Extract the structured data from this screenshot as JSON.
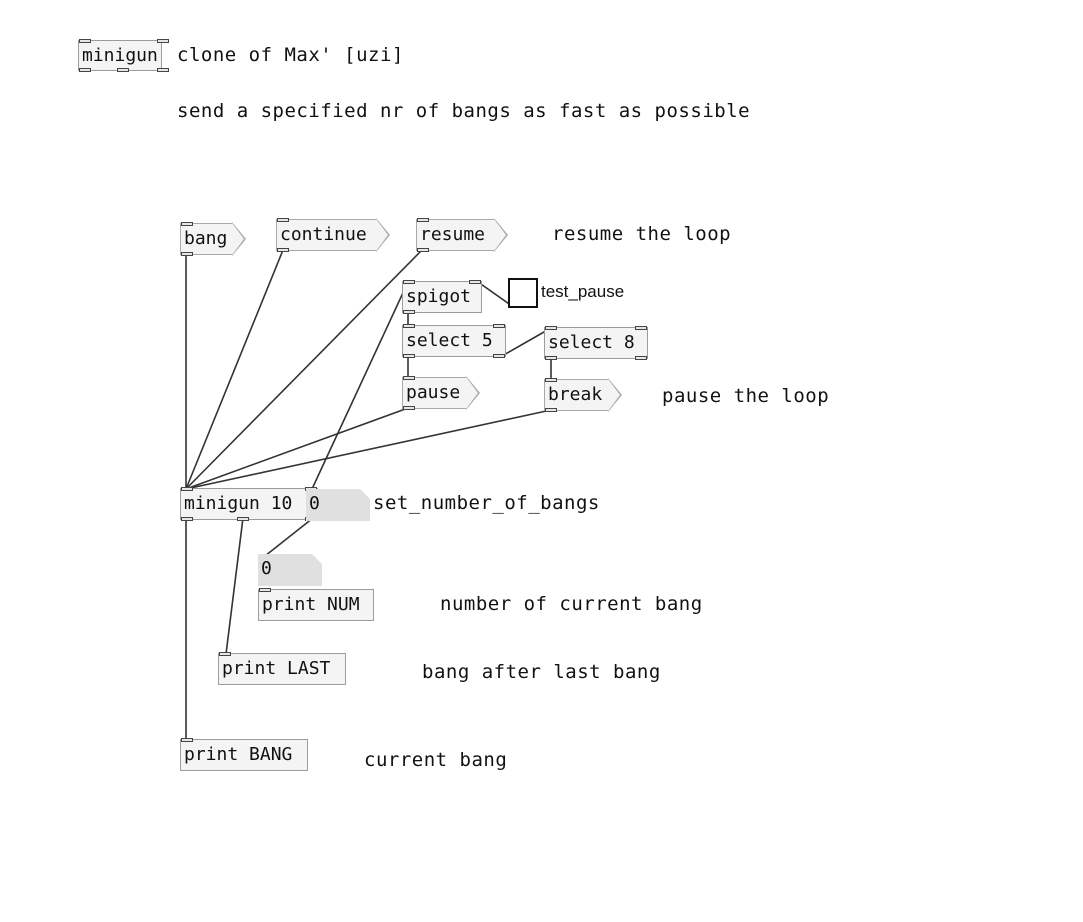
{
  "header": {
    "object_name": "minigun",
    "title_comment": "clone of Max' [uzi]",
    "description": "send a specified nr of bangs as fast as possible"
  },
  "messages": {
    "bang": "bang",
    "continue": "continue",
    "resume": "resume",
    "pause": "pause",
    "break": "break"
  },
  "objects": {
    "spigot": "spigot",
    "select5": "select 5",
    "select8": "select 8",
    "minigun": "minigun 10",
    "print_num": "print NUM",
    "print_last": "print LAST",
    "print_bang": "print BANG"
  },
  "toggle": {
    "label": "test_pause",
    "state": "off"
  },
  "number_boxes": {
    "set_number": {
      "value": "0",
      "label": "set_number_of_bangs"
    },
    "current": {
      "value": "0"
    }
  },
  "comments": {
    "resume": "resume the loop",
    "pause": "pause the loop",
    "num": "number of current bang",
    "last": "bang after last bang",
    "current": "current bang"
  }
}
